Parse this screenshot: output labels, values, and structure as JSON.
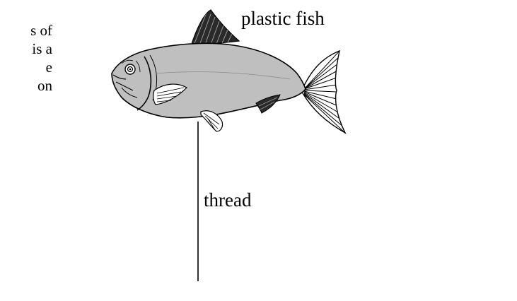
{
  "text_fragment": {
    "lines": [
      "s of",
      "is a",
      "e",
      "on"
    ]
  },
  "labels": {
    "fish": "plastic fish",
    "thread": "thread"
  },
  "colors": {
    "fish_body": "#bfbfbf",
    "fin": "#2a2a2a",
    "outline": "#000000",
    "background": "#ffffff"
  }
}
